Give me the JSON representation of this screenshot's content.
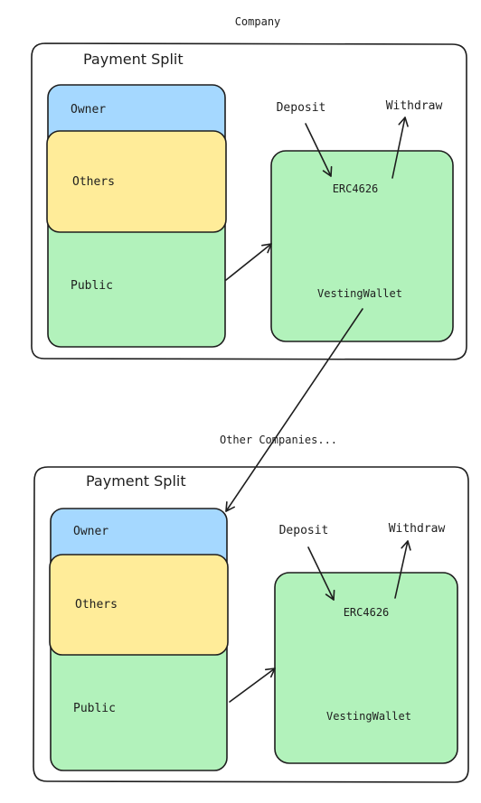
{
  "diagram": {
    "company_label": "Company",
    "other_companies_label": "Other Companies...",
    "colors": {
      "owner": "#a5d8ff",
      "others": "#ffec99",
      "public": "#b2f2bb",
      "wallet": "#b2f2bb",
      "stroke": "#1e1e1e"
    },
    "top": {
      "group_title": "Payment Split",
      "owner": "Owner",
      "others": "Others",
      "public": "Public",
      "deposit": "Deposit",
      "withdraw": "Withdraw",
      "erc": "ERC4626",
      "vesting": "VestingWallet"
    },
    "bottom": {
      "group_title": "Payment Split",
      "owner": "Owner",
      "others": "Others",
      "public": "Public",
      "deposit": "Deposit",
      "withdraw": "Withdraw",
      "erc": "ERC4626",
      "vesting": "VestingWallet"
    }
  }
}
